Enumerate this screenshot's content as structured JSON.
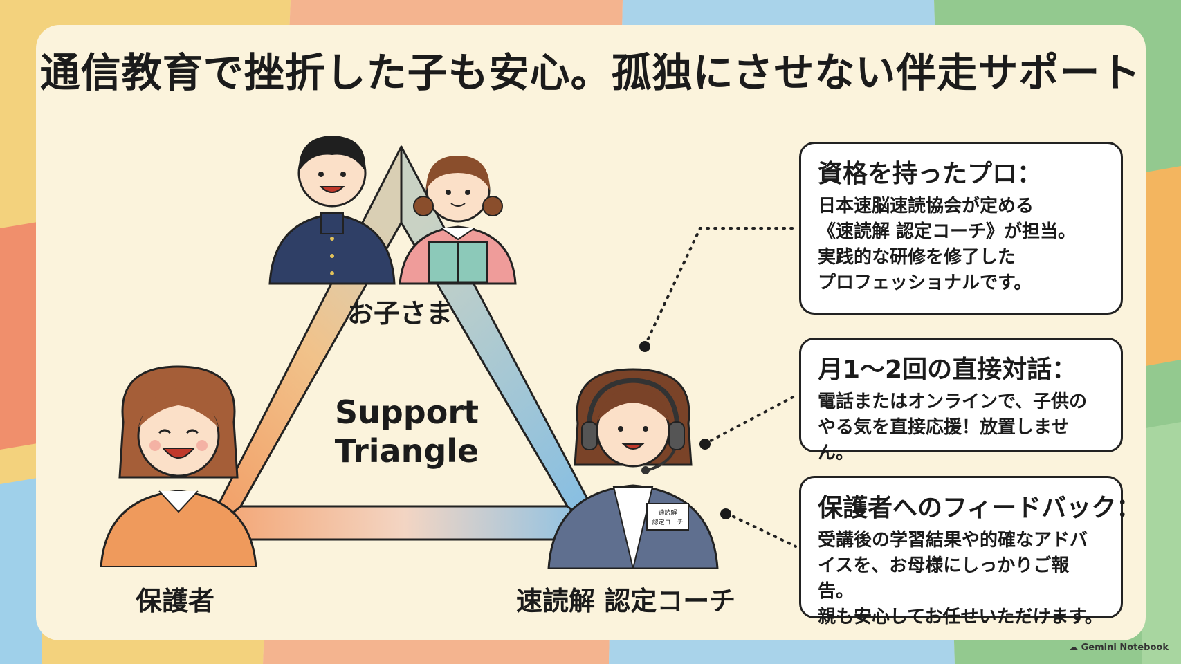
{
  "title": "通信教育で挫折した子も安心。孤独にさせない伴走サポート",
  "diagram": {
    "center_line1": "Support",
    "center_line2": "Triangle",
    "child_label": "お子さま",
    "parent_label": "保護者",
    "coach_label": "速読解 認定コーチ",
    "badge_line1": "速読解",
    "badge_line2": "認定コーチ"
  },
  "boxes": [
    {
      "heading": "資格を持ったプロ：",
      "body": "日本速脳速読協会が定める\n《速読解 認定コーチ》が担当。\n実践的な研修を修了した\nプロフェッショナルです。"
    },
    {
      "heading": "月1〜2回の直接対話：",
      "body": "電話またはオンラインで、子供の\nやる気を直接応援！放置しません。"
    },
    {
      "heading": "保護者へのフィードバック：",
      "body": "受講後の学習結果や的確なアドバ\nイスを、お母様にしっかりご報告。\n親も安心してお任せいただけます。"
    }
  ],
  "watermark": "Gemini Notebook",
  "colors": {
    "card": "#fbf3dc",
    "triangle_orange": "#f4a36c",
    "triangle_blue": "#8ec5e8",
    "triangle_tan": "#e3cfa5"
  }
}
